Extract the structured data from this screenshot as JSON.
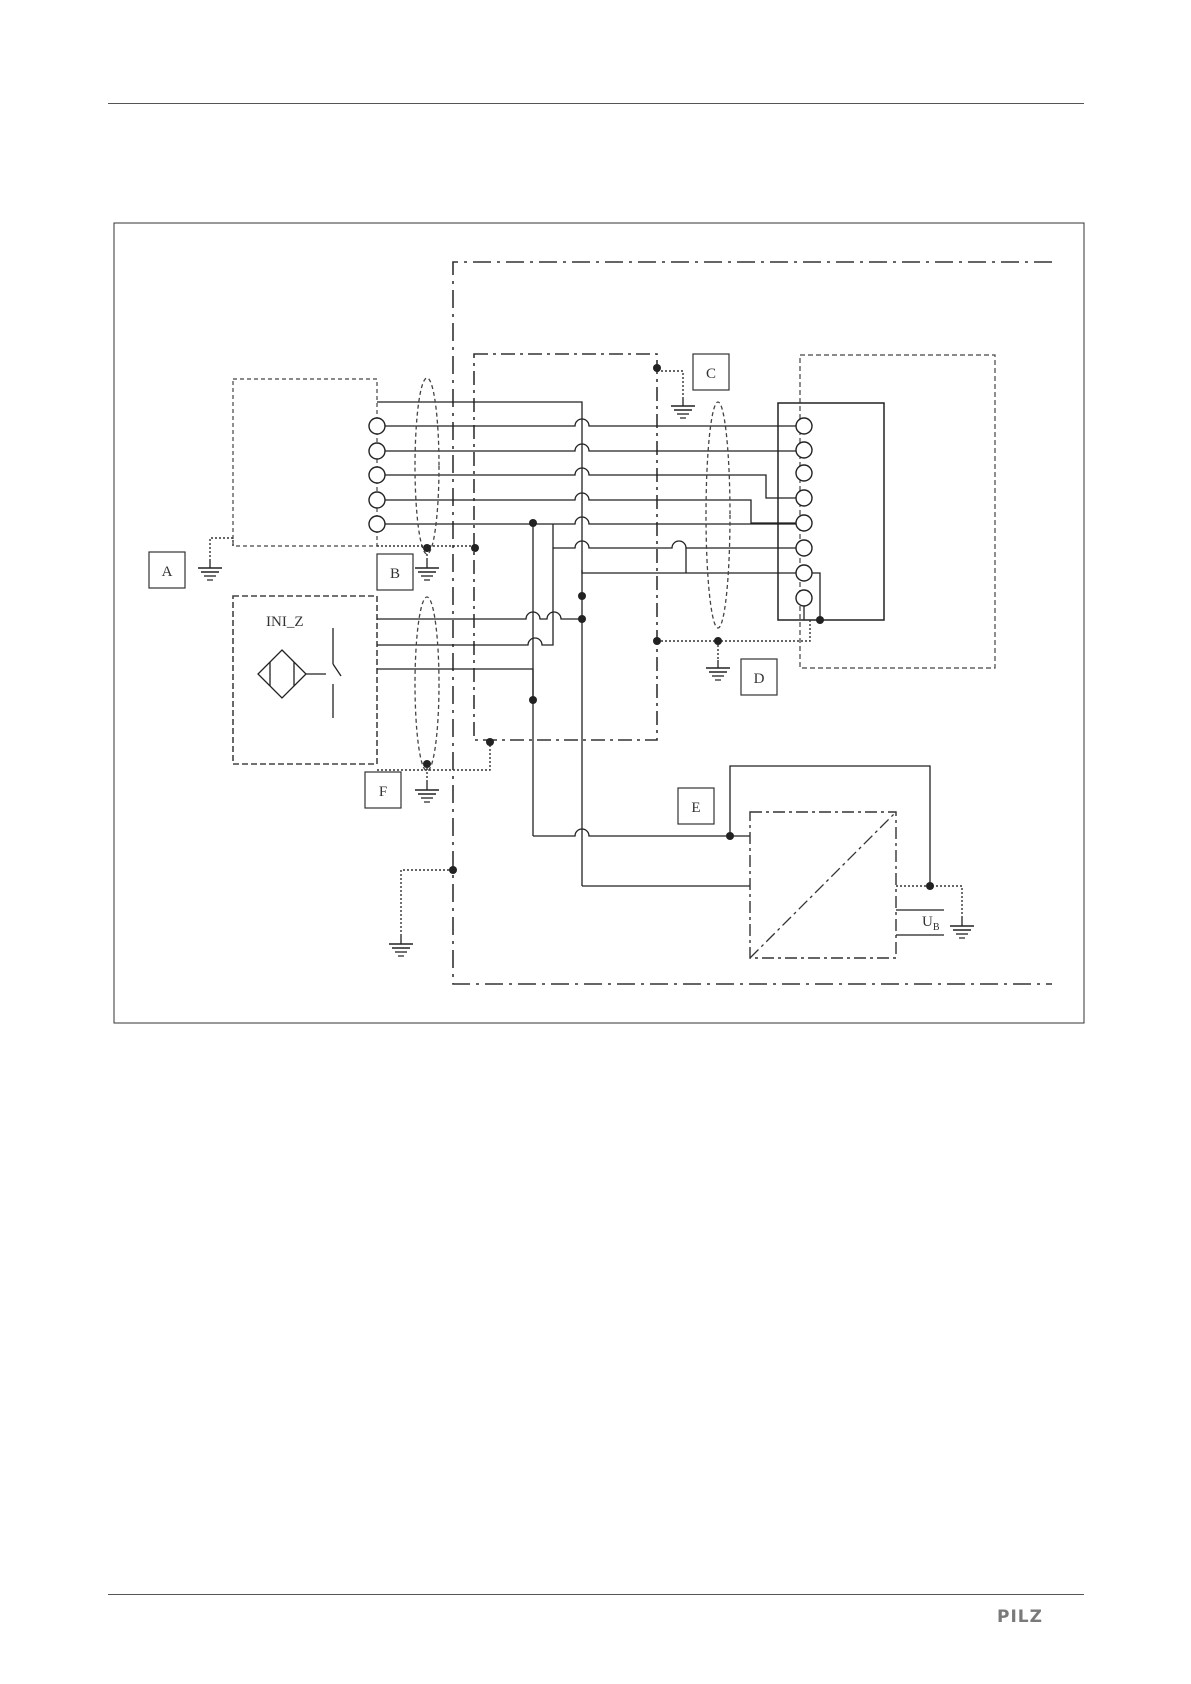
{
  "diagram": {
    "labels": {
      "a": "A",
      "b": "B",
      "c": "C",
      "d": "D",
      "e": "E",
      "f": "F",
      "ini_z": "INI_Z",
      "ub_main": "U",
      "ub_sub": "B"
    }
  },
  "footer": {
    "logo_text": "PILZ"
  }
}
